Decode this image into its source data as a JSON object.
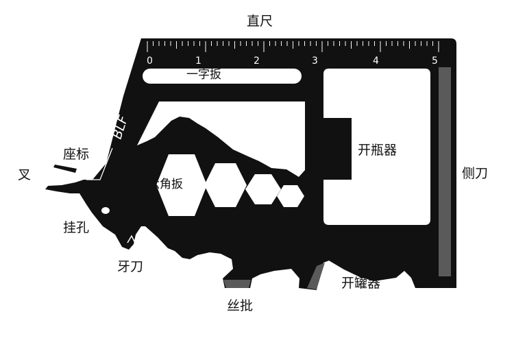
{
  "labels": {
    "ruler": "直尺",
    "flat_screwdriver": "一字扳",
    "bottle_opener": "开瓶器",
    "side_blade": "侧刀",
    "coordinate": "座标",
    "fork": "叉",
    "hex_wrench": "六角扳",
    "hang_hole": "挂孔",
    "saw_blade": "牙刀",
    "thread_cutter": "丝批",
    "can_opener": "开罐器"
  },
  "ruler_numbers": [
    "0",
    "1",
    "2",
    "3",
    "4",
    "5"
  ],
  "brand_mark": "BLF",
  "colors": {
    "card": "#111111",
    "cutout": "#ffffff",
    "blade_edge": "#5a5a5a",
    "text": "#111111"
  }
}
